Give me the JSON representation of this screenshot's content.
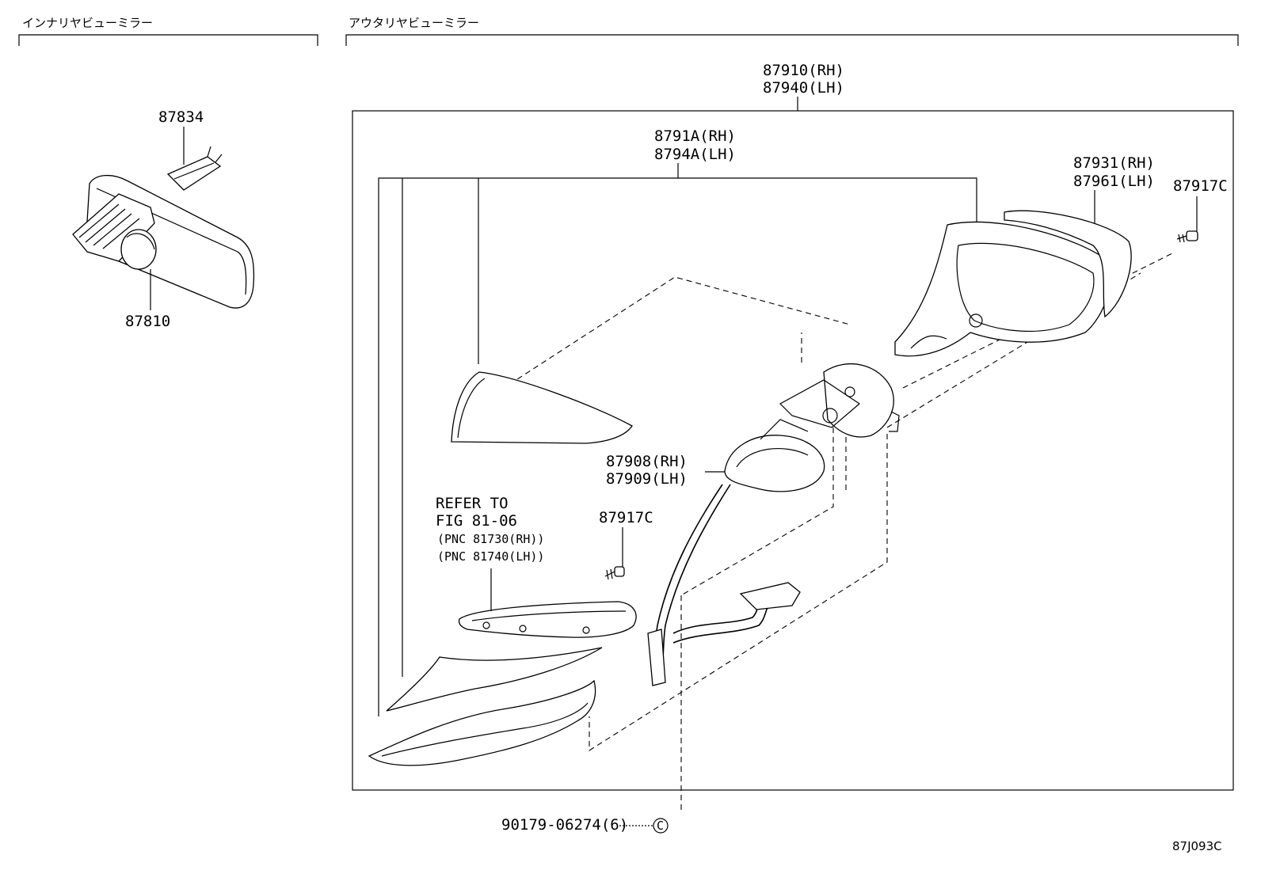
{
  "sections": {
    "inner_mirror": "インナリヤビューミラー",
    "outer_mirror": "アウタリヤビューミラー"
  },
  "parts": {
    "p87834": "87834",
    "p87810": "87810",
    "p87910": "87910(RH)",
    "p87940": "87940(LH)",
    "p8791A": "8791A(RH)",
    "p8794A": "8794A(LH)",
    "p87931": "87931(RH)",
    "p87961": "87961(LH)",
    "p87917C_top": "87917C",
    "p87908": "87908(RH)",
    "p87909": "87909(LH)",
    "p87917C_mid": "87917C",
    "p90179": "90179-06274(6)"
  },
  "refer": {
    "line1": "REFER TO",
    "line2": "FIG 81-06",
    "line3": "(PNC 81730(RH))",
    "line4": "(PNC 81740(LH))"
  },
  "clip_symbol": "C",
  "diagram_code": "87J093C"
}
